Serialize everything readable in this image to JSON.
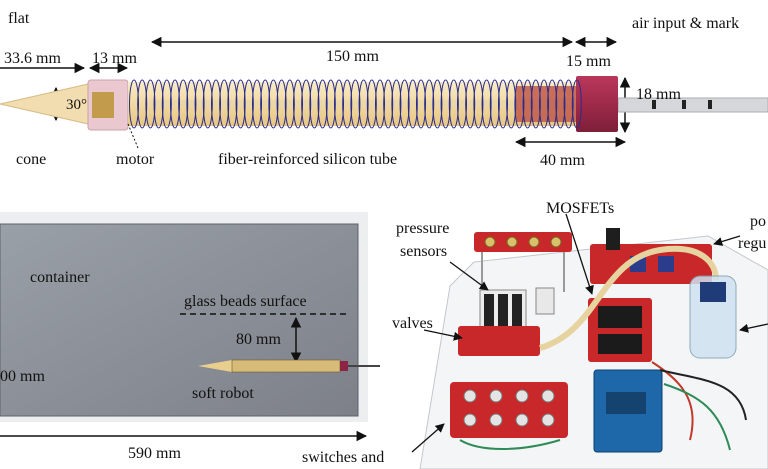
{
  "robot": {
    "flat_label": "flat",
    "cone_length": "33.6 mm",
    "motor_length": "13 mm",
    "tube_length": "150 mm",
    "end_length": "15 mm",
    "air_label": "air input & mark",
    "cone_angle": "30°",
    "diameter": "18 mm",
    "end_piece_length": "40 mm",
    "cone_label": "cone",
    "motor_label": "motor",
    "tube_label": "fiber-reinforced silicon tube"
  },
  "container": {
    "container_label": "container",
    "surface_label": "glass beads surface",
    "depth": "80 mm",
    "height": "00 mm",
    "robot_label": "soft robot",
    "width": "590 mm"
  },
  "board": {
    "mosfets_label": "MOSFETs",
    "pressure_label": "pressure",
    "sensors_label": "sensors",
    "valves_label": "valves",
    "switches_label": "switches and",
    "power_label_1": "po",
    "power_label_2": "regu"
  },
  "colors": {
    "tube_fill": "#f3dfae",
    "coil": "#2b2b8c",
    "end_cap": "#9e2a4a",
    "motor_housing": "#e9c9cf",
    "container_fill": "#8c8f96",
    "board_red": "#c8282a"
  }
}
